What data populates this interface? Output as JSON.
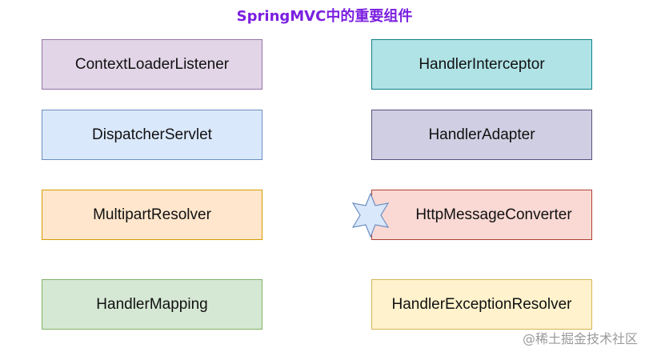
{
  "title": "SpringMVC中的重要组件",
  "left_column": [
    {
      "label": "ContextLoaderListener",
      "fill": "#e1d5e7",
      "stroke": "#9673a6"
    },
    {
      "label": "DispatcherServlet",
      "fill": "#dae8fc",
      "stroke": "#6c8ebf"
    },
    {
      "label": "MultipartResolver",
      "fill": "#ffe6cc",
      "stroke": "#d79b00"
    },
    {
      "label": "HandlerMapping",
      "fill": "#d5e8d4",
      "stroke": "#82b366"
    }
  ],
  "right_column": [
    {
      "label": "HandlerInterceptor",
      "fill": "#b0e3e6",
      "stroke": "#0e8088"
    },
    {
      "label": "HandlerAdapter",
      "fill": "#d0cee2",
      "stroke": "#56517e"
    },
    {
      "label": "HttpMessageConverter",
      "fill": "#fad9d5",
      "stroke": "#ae4132"
    },
    {
      "label": "HandlerExceptionResolver",
      "fill": "#fff2cc",
      "stroke": "#d6b656"
    }
  ],
  "star_marker": {
    "fill": "#dae8fc",
    "stroke": "#6c8ebf",
    "icon": "star-icon"
  },
  "watermark": "@稀土掘金技术社区"
}
